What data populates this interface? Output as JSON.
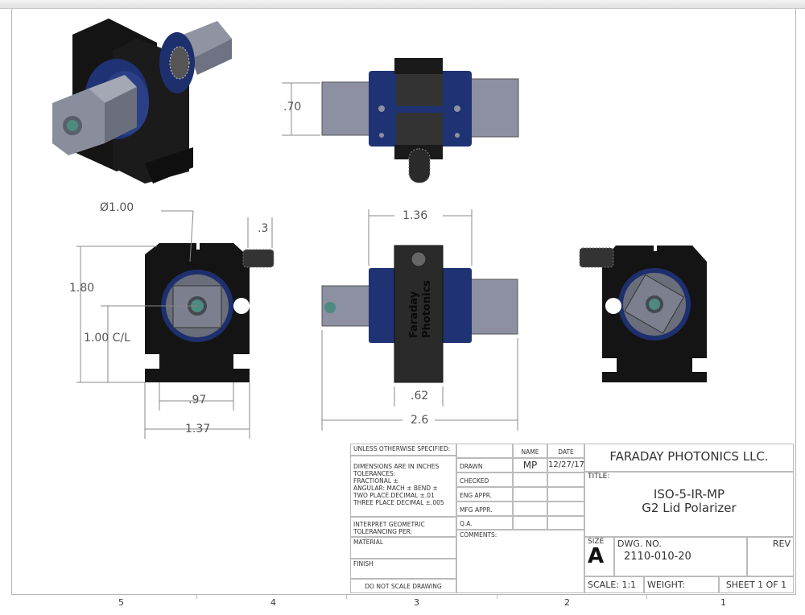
{
  "drawing": {
    "zones": [
      "5",
      "4",
      "3",
      "2",
      "1"
    ],
    "views": {
      "isometric": {
        "label": "isometric-view"
      },
      "top": {
        "dimensions": {
          "height": ".70"
        }
      },
      "front": {
        "dimensions": {
          "diameter": "Ø1.00",
          "knob_offset": ".3",
          "height": "1.80",
          "centerline": "1.00 C/L",
          "slot_width": ".97",
          "base_width": "1.37"
        }
      },
      "side": {
        "engraving_line1": "Faraday",
        "engraving_line2": "Photonics",
        "dimensions": {
          "body_width": "1.36",
          "clamp_width": ".62",
          "overall_length": "2.6"
        }
      },
      "rear": {
        "label": "rear-view"
      }
    }
  },
  "title_block": {
    "unless_specified": "UNLESS OTHERWISE SPECIFIED:",
    "tolerances": [
      "DIMENSIONS ARE IN INCHES",
      "TOLERANCES:",
      "FRACTIONAL ±",
      "ANGULAR: MACH ±    BEND ±",
      "TWO PLACE DECIMAL    ±.01",
      "THREE PLACE DECIMAL   ±.005"
    ],
    "interpret": "INTERPRET GEOMETRIC TOLERANCING PER:",
    "material": "MATERIAL",
    "finish": "FINISH",
    "do_not_scale": "DO NOT SCALE DRAWING",
    "header_name": "NAME",
    "header_date": "DATE",
    "rows": [
      {
        "label": "DRAWN",
        "name": "MP",
        "date": "12/27/17"
      },
      {
        "label": "CHECKED",
        "name": "",
        "date": ""
      },
      {
        "label": "ENG APPR.",
        "name": "",
        "date": ""
      },
      {
        "label": "MFG APPR.",
        "name": "",
        "date": ""
      },
      {
        "label": "Q.A.",
        "name": "",
        "date": ""
      }
    ],
    "comments": "COMMENTS:",
    "company": "FARADAY PHOTONICS LLC.",
    "title_label": "TITLE:",
    "title_line1": "ISO-5-IR-MP",
    "title_line2": "G2 Lid Polarizer",
    "size_label": "SIZE",
    "size": "A",
    "dwg_no_label": "DWG.  NO.",
    "dwg_no": "2110-010-20",
    "rev_label": "REV",
    "rev": "",
    "scale": "SCALE: 1:1",
    "weight": "WEIGHT:",
    "sheet": "SHEET 1 OF 1"
  },
  "colors": {
    "anodized_blue": "#1e2f6e",
    "black_body": "#151515",
    "aluminum": "#7b7f8e",
    "lens": "#4d8a80",
    "dim_line": "#888888"
  }
}
